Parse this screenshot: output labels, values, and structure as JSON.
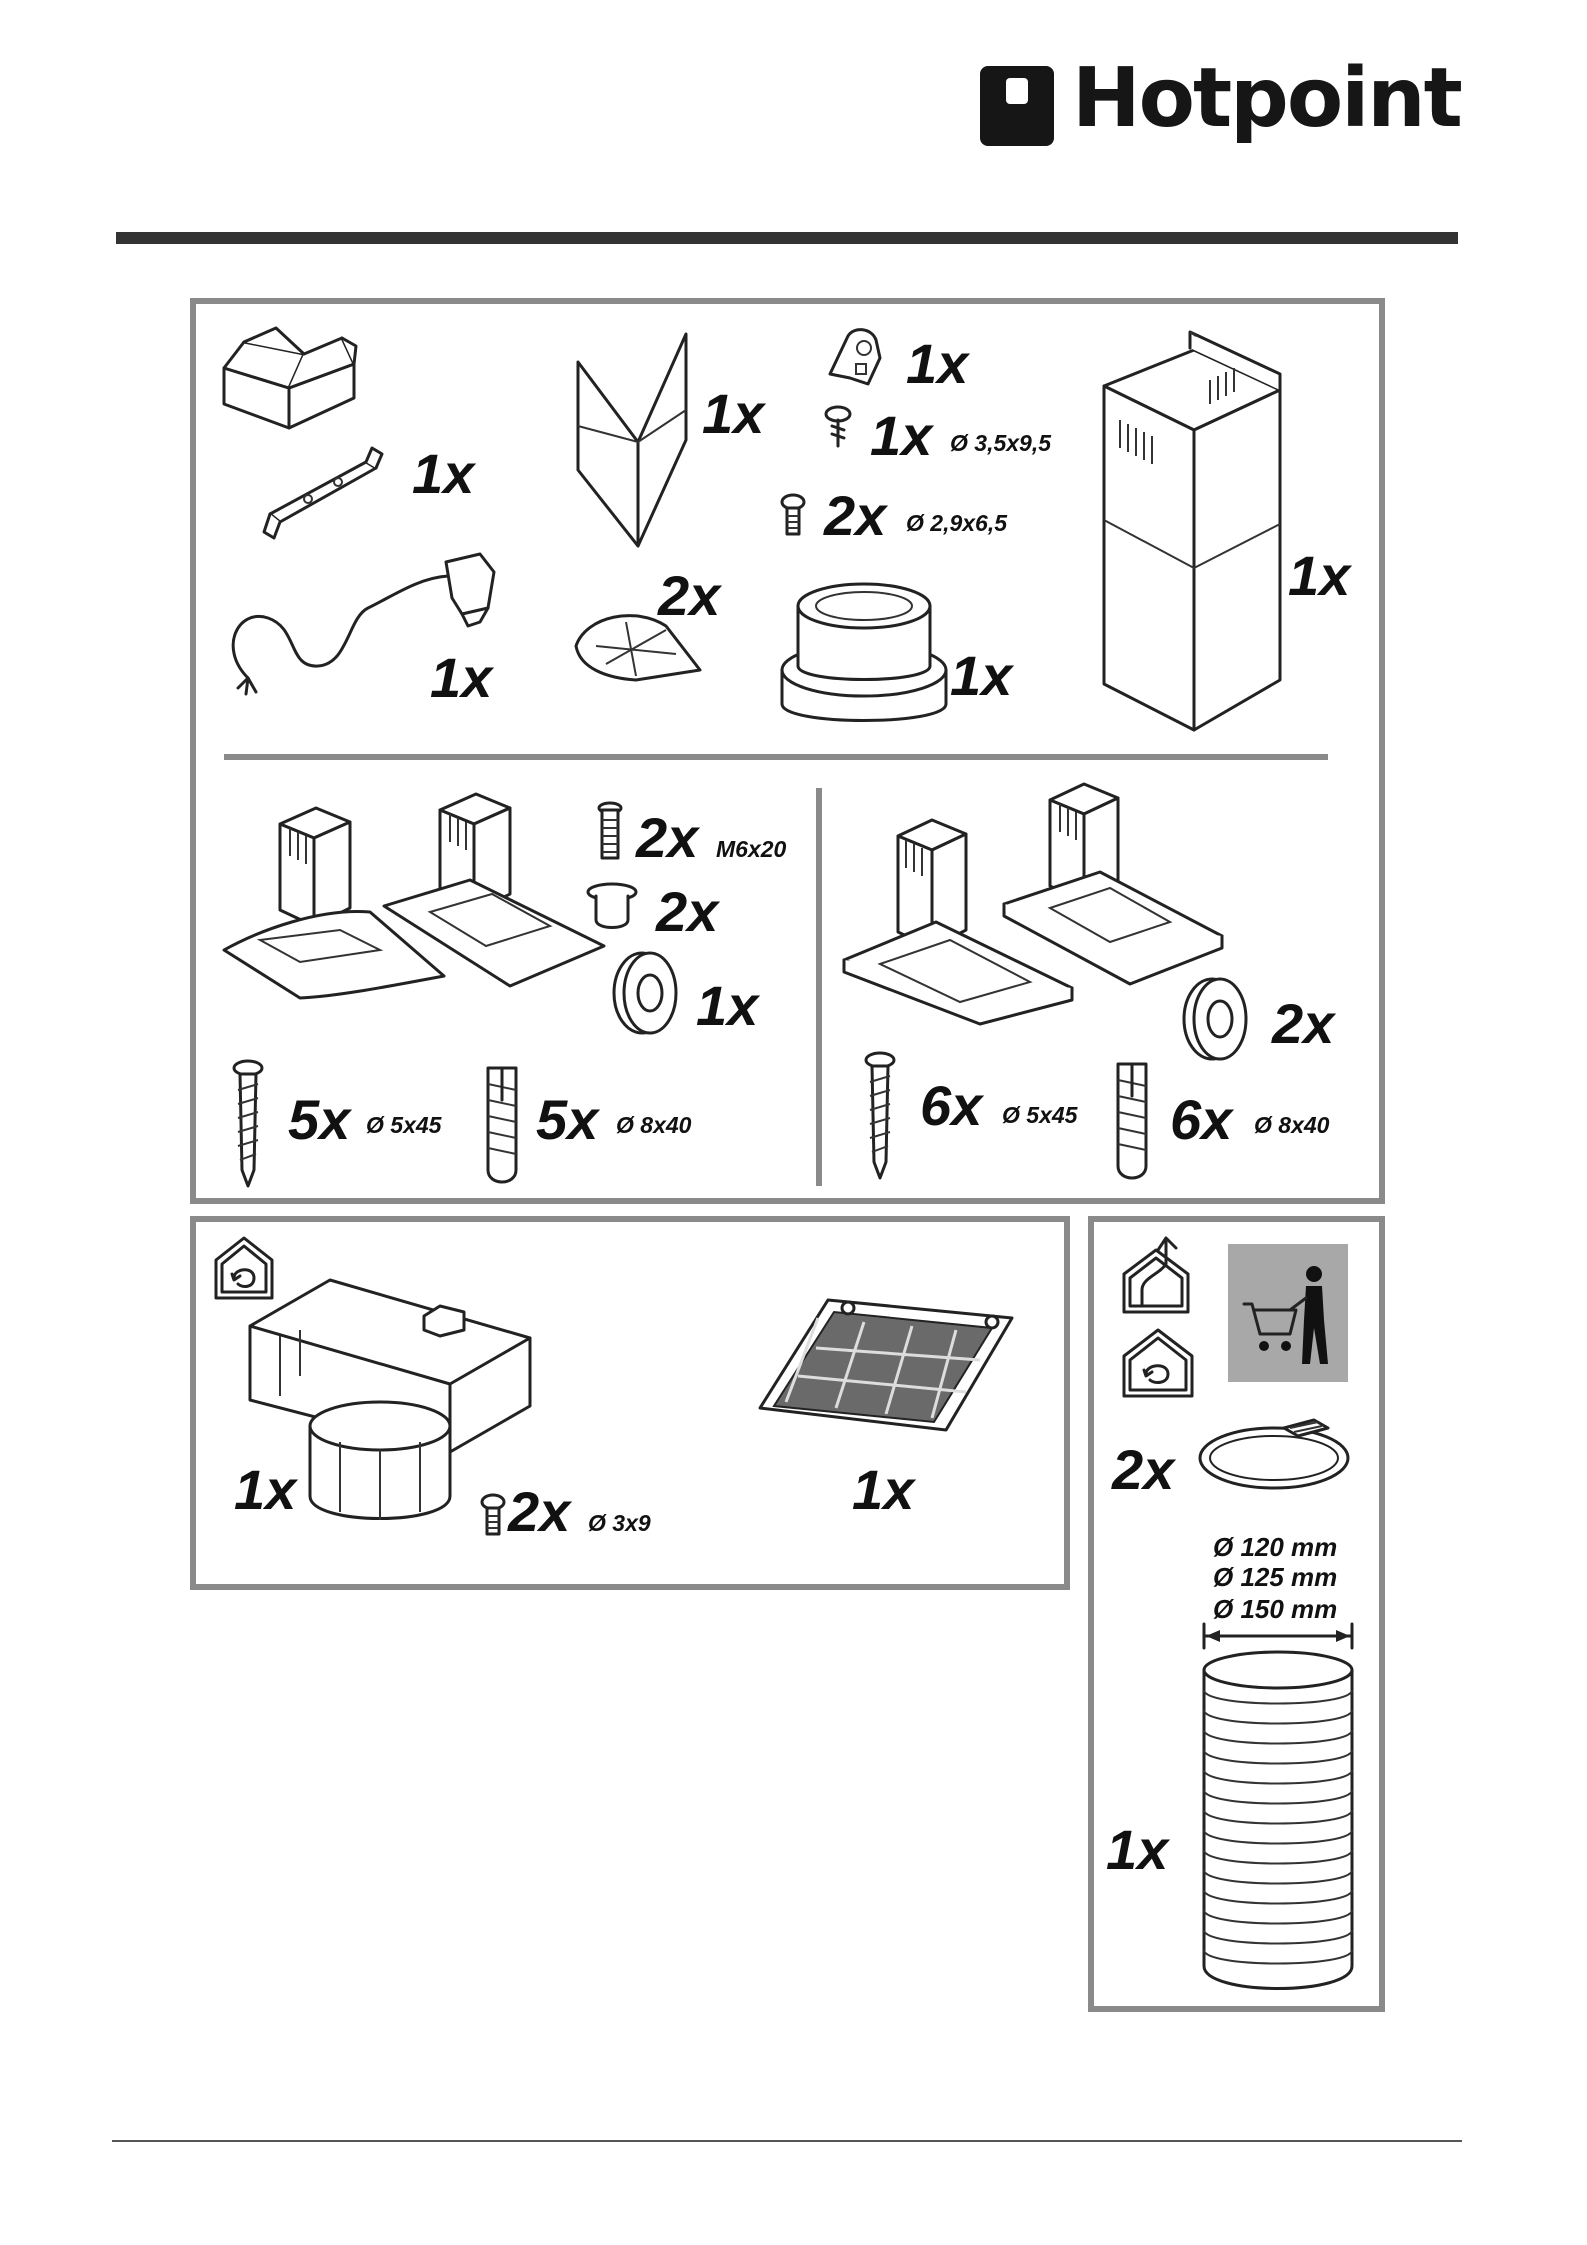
{
  "brand": {
    "name": "Hotpoint"
  },
  "accessories": {
    "box": "1x",
    "bracket": "1x",
    "cable": "1x",
    "deflector": "1x",
    "clip": "1x",
    "screw_a_qty": "1x",
    "screw_a_spec": "Ø 3,5x9,5",
    "screw_b_qty": "2x",
    "screw_b_spec": "Ø 2,9x6,5",
    "flap_valve": "2x",
    "adapter_ring": "1x",
    "chimney": "1x"
  },
  "glass_models": {
    "bolt_qty": "2x",
    "bolt_spec": "M6x20",
    "spacer_qty": "2x",
    "washer_qty": "1x",
    "screw_qty": "5x",
    "screw_spec": "Ø 5x45",
    "plug_qty": "5x",
    "plug_spec": "Ø 8x40"
  },
  "steel_models": {
    "washer_qty": "2x",
    "screw_qty": "6x",
    "screw_spec": "Ø 5x45",
    "plug_qty": "6x",
    "plug_spec": "Ø 8x40"
  },
  "recirculation_kit": {
    "deflector_qty": "1x",
    "screw_qty": "2x",
    "screw_spec": "Ø 3x9",
    "carbon_filter_qty": "1x"
  },
  "duct_kit": {
    "clamp_qty": "2x",
    "diameters": [
      "Ø 120 mm",
      "Ø 125 mm",
      "Ø 150 mm"
    ],
    "hose_qty": "1x"
  }
}
